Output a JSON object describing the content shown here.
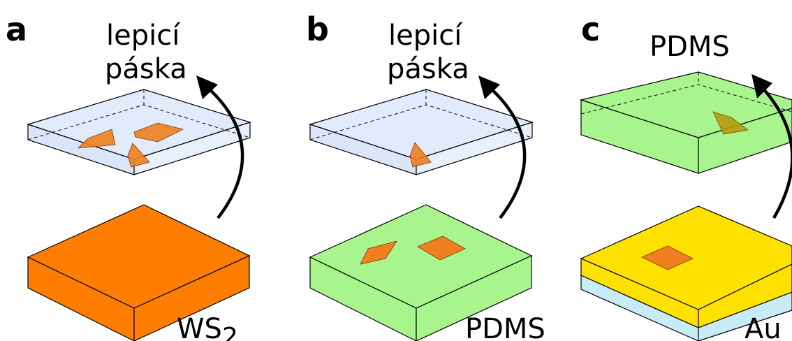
{
  "panels": [
    {
      "letter": "a",
      "top_label_line1": "lepicí",
      "top_label_line2": "páska",
      "bottom_label_main": "WS",
      "bottom_label_sub": "2"
    },
    {
      "letter": "b",
      "top_label_line1": "lepicí",
      "top_label_line2": "páska",
      "bottom_label_main": "PDMS",
      "bottom_label_sub": ""
    },
    {
      "letter": "c",
      "top_label_line1": "",
      "top_label_line2": "PDMS",
      "bottom_label_main": "Au",
      "bottom_label_sub": ""
    }
  ],
  "colors": {
    "ws2": "#ff7d00",
    "tape": "#dde8fb",
    "pdms": "#a8f58e",
    "gold": "#ffe100",
    "substrate": "#c8ecf5",
    "flake": "#f07f20"
  }
}
